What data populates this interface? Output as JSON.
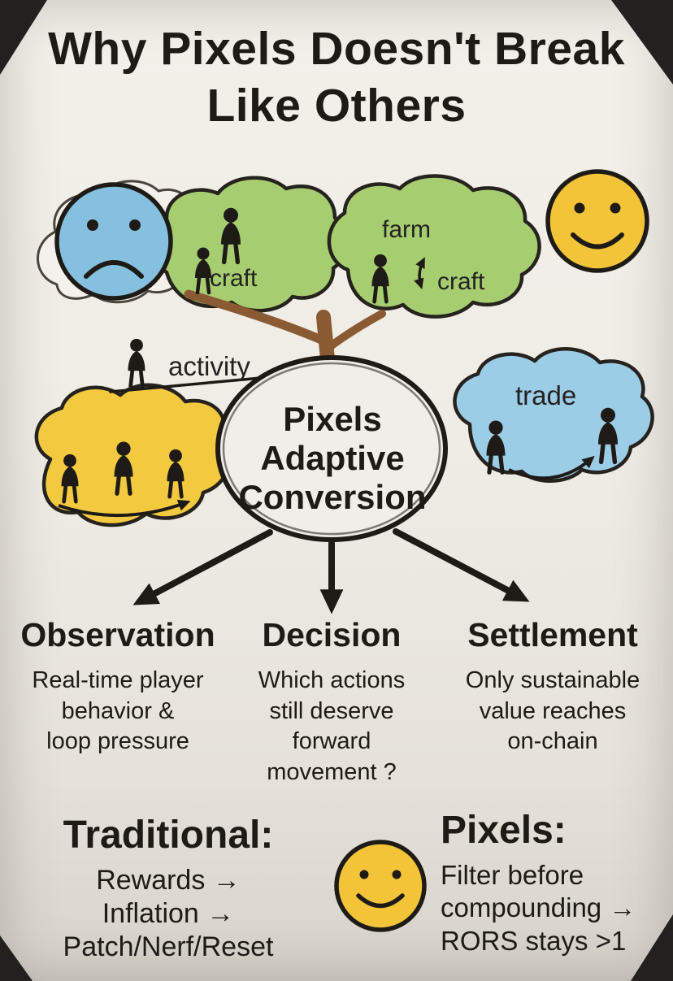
{
  "poster": {
    "title": "Why Pixels Doesn't Break\nLike Others"
  },
  "diagram": {
    "center_label": "Pixels\nAdaptive\nConversion",
    "labels": {
      "craft_left": "craft",
      "farm": "farm",
      "craft_right": "craft",
      "activity": "activity",
      "trade": "trade"
    }
  },
  "columns": [
    {
      "heading": "Observation",
      "body": "Real-time player\nbehavior &\nloop pressure"
    },
    {
      "heading": "Decision",
      "body": "Which actions\nstill deserve\nforward\nmovement ?"
    },
    {
      "heading": "Settlement",
      "body": "Only sustainable\nvalue reaches\non-chain"
    }
  ],
  "comparison": {
    "traditional_heading": "Traditional:",
    "traditional_items": [
      "Rewards →",
      "Inflation →",
      "Patch/Nerf/Reset"
    ],
    "pixels_heading": "Pixels:",
    "pixels_lines": "Filter before\ncompounding →\nRORS stays >1"
  },
  "icons": {
    "sad_face": "frowning-face",
    "smiley_top_right": "smiley-face",
    "smiley_bottom": "smiley-face",
    "figures": "person-silhouette",
    "flow_arrows": "hand-drawn-arrow",
    "tree": "tree-trunk-branches"
  },
  "colors": {
    "paper": "#efece6",
    "ink": "#1e1b17",
    "blue": "#85c0de",
    "green": "#a6cd6f",
    "yellow": "#f3c437",
    "trunk": "#8a5a33"
  }
}
